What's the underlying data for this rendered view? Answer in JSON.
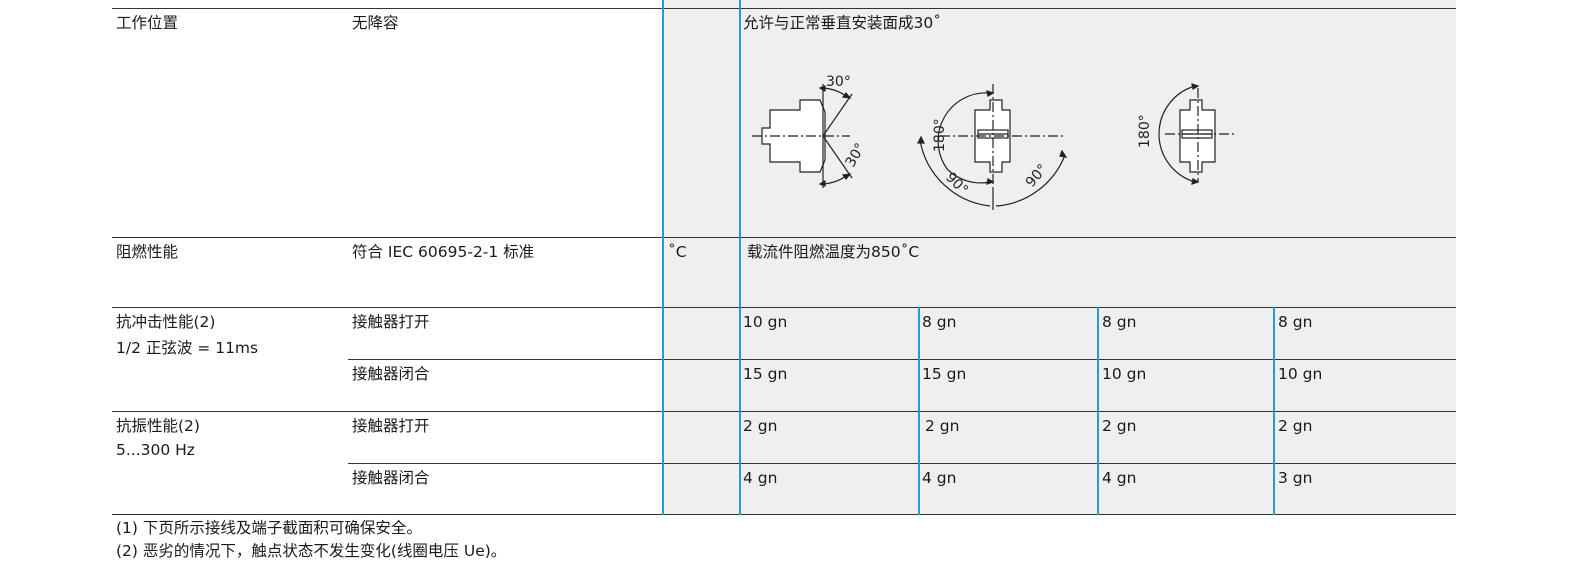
{
  "rows": {
    "position": {
      "label": "工作位置",
      "value": "无降容",
      "desc": "允许与正常垂直安装面成30˚",
      "diagrams": {
        "d1_angle_top": "30°",
        "d1_angle_bottom": "30°",
        "d2_angle_side": "180°",
        "d2_angle_left": "90°",
        "d2_angle_right": "90°",
        "d3_angle_side": "180°"
      }
    },
    "flame": {
      "label": "阻燃性能",
      "value": "符合 IEC 60695-2-1 标准",
      "unit": "˚C",
      "desc": "载流件阻燃温度为850˚C"
    },
    "shock": {
      "label": "抗冲击性能(2)",
      "sublabel": "1/2 正弦波 = 11ms",
      "open_label": "接触器打开",
      "closed_label": "接触器闭合",
      "open_values": [
        "10 gn",
        "8 gn",
        "8 gn",
        "8 gn"
      ],
      "closed_values": [
        "15 gn",
        "15 gn",
        "10 gn",
        "10 gn"
      ]
    },
    "vibration": {
      "label": "抗振性能(2)",
      "sublabel": "5...300 Hz",
      "open_label": "接触器打开",
      "closed_label": "接触器闭合",
      "open_values": [
        "2 gn",
        "2 gn",
        "2 gn",
        "2 gn"
      ],
      "closed_values": [
        "4 gn",
        "4 gn",
        "4 gn",
        "3 gn"
      ]
    }
  },
  "notes": [
    "(1) 下页所示接线及端子截面积可确保安全。",
    "(2) 恶劣的情况下，触点状态不发生变化(线圈电压 Ue)。"
  ]
}
